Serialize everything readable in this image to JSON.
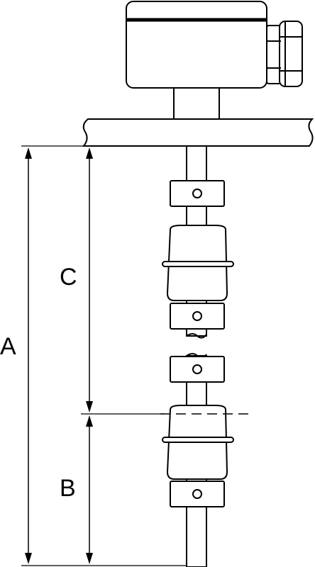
{
  "dimensions": {
    "a": "A",
    "b": "B",
    "c": "C"
  },
  "colors": {
    "line": "#000000",
    "background": "#ffffff",
    "fill": "#ffffff"
  }
}
